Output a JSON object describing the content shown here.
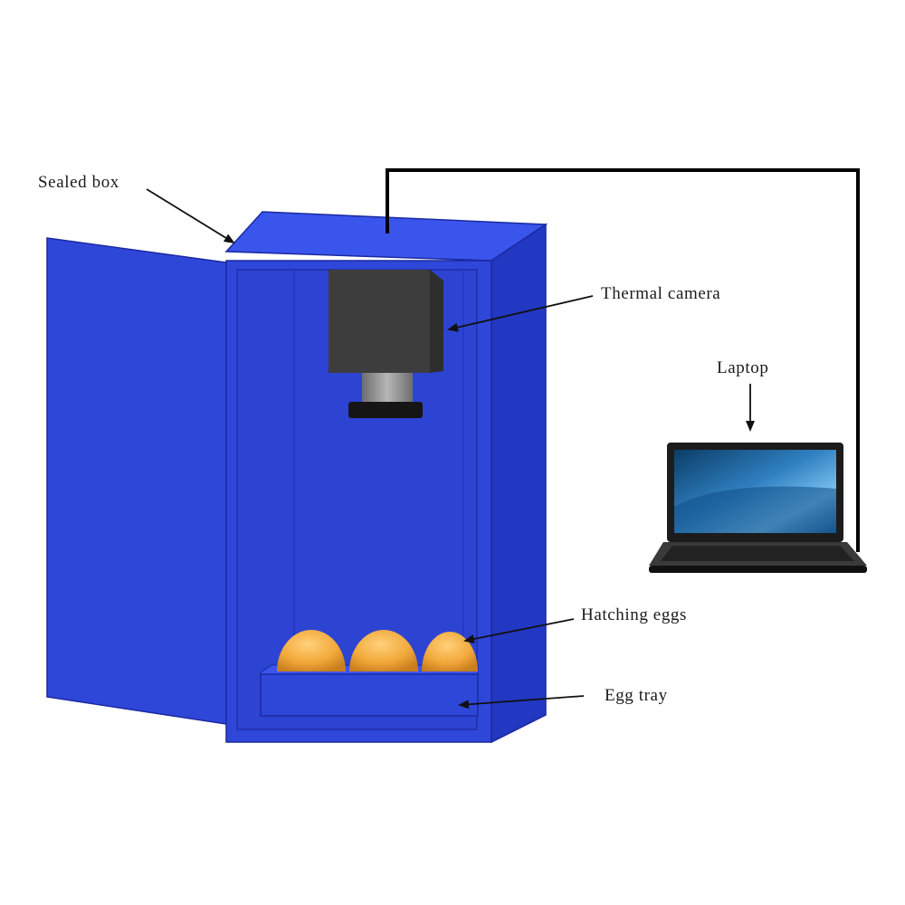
{
  "labels": {
    "sealed_box": "Sealed box",
    "thermal_camera": "Thermal camera",
    "laptop": "Laptop",
    "hatching_eggs": "Hatching eggs",
    "egg_tray": "Egg tray"
  },
  "colors": {
    "box_blue": "#2f47d9",
    "box_dark": "#1f33b8",
    "box_light": "#3a55ec",
    "camera_body": "#3a3a3a",
    "egg": "#f2a93b",
    "cable": "#000000"
  }
}
